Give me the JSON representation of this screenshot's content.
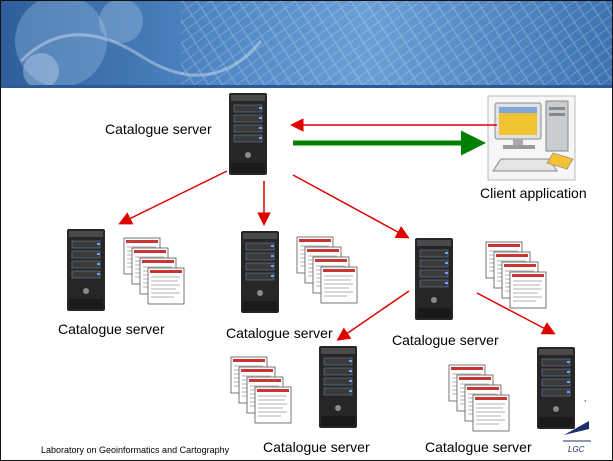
{
  "labels": {
    "root_server": "Catalogue server",
    "client": "Client application",
    "server_left": "Catalogue server",
    "server_middle": "Catalogue server",
    "server_right": "Catalogue server",
    "server_bottom_left": "Catalogue server",
    "server_bottom_right": "Catalogue server"
  },
  "footer": {
    "text": "Laboratory on Geoinformatics and Cartography",
    "logo_text": "LGC"
  },
  "colors": {
    "request_arrow": "#e00000",
    "response_arrow": "#008000",
    "header": "#3d73b2"
  },
  "icons": [
    "server-icon",
    "document-stack-icon",
    "desktop-computer-icon",
    "lgc-logo"
  ]
}
